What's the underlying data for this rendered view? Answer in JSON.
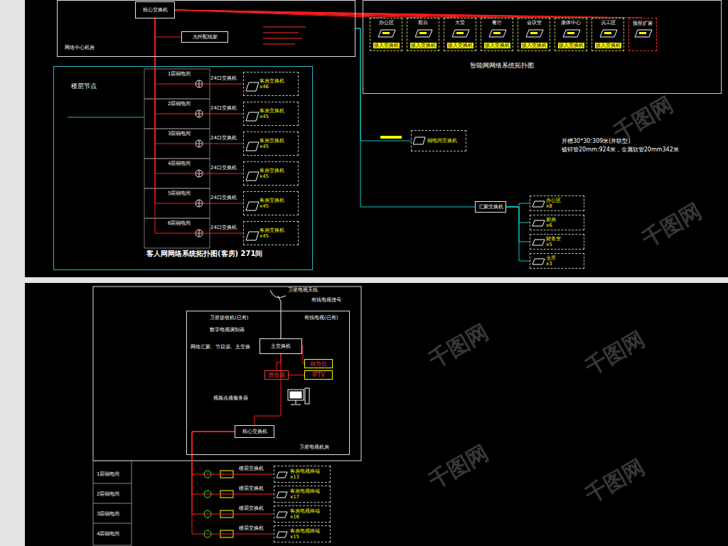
{
  "diagram": {
    "nodes": [
      {
        "text": [
          "网络中心机房"
        ]
      },
      {
        "text": [
          "核心交换机"
        ],
        "in": 0
      },
      {
        "text": [
          "光纤配线架"
        ],
        "in": 0
      },
      {
        "text": [
          "智能网网络系统拓扑图"
        ]
      },
      {
        "text": [
          "办公区",
          "接入交换机"
        ],
        "in": 3
      },
      {
        "text": [
          "前台",
          "接入交换机"
        ],
        "in": 3
      },
      {
        "text": [
          "大堂",
          "接入交换机"
        ],
        "in": 3
      },
      {
        "text": [
          "餐厅",
          "接入交换机"
        ],
        "in": 3
      },
      {
        "text": [
          "会议室",
          "接入交换机"
        ],
        "in": 3
      },
      {
        "text": [
          "康体中心",
          "接入交换机"
        ],
        "in": 3
      },
      {
        "text": [
          "员工区",
          "接入交换机"
        ],
        "in": 3
      },
      {
        "text": [
          "预留扩展"
        ],
        "in": 3
      },
      {
        "text": [
          "客人网网络系统拓扑图(客房) 271间"
        ]
      },
      {
        "text": [
          "客房交换机",
          "x46"
        ],
        "in": 12
      },
      {
        "text": [
          "客房交换机",
          "x45"
        ],
        "in": 12
      },
      {
        "text": [
          "客房交换机",
          "x45"
        ],
        "in": 12
      },
      {
        "text": [
          "客房交换机",
          "x45"
        ],
        "in": 12
      },
      {
        "text": [
          "客房交换机",
          "x45"
        ],
        "in": 12
      },
      {
        "text": [
          "客房交换机",
          "x45"
        ],
        "in": 12
      },
      {
        "text": [
          "弱电间交换机"
        ]
      },
      {
        "text": [
          "汇聚交换机"
        ]
      },
      {
        "text": [
          "办公区",
          "x8"
        ]
      },
      {
        "text": [
          "厨房",
          "x6"
        ]
      },
      {
        "text": [
          "财务室",
          "x5"
        ]
      },
      {
        "text": [
          "仓库",
          "x3"
        ]
      },
      {
        "text": [
          "卫星电视机房"
        ]
      },
      {
        "text": [
          "自办台"
        ],
        "in": 25
      },
      {
        "text": [
          "IPTV"
        ],
        "in": 25
      },
      {
        "text": [
          "混合器"
        ],
        "in": 25
      },
      {
        "text": [
          "主交换机"
        ],
        "in": 25
      },
      {
        "text": [
          "核心交换机"
        ],
        "in": 25
      },
      {
        "text": [
          "客房电视终端",
          "x13"
        ]
      },
      {
        "text": [
          "客房电视终端",
          "x17"
        ]
      },
      {
        "text": [
          "客房电视终端",
          "x16"
        ]
      },
      {
        "text": [
          "客房电视终端",
          "x15"
        ]
      }
    ],
    "edges": [
      {
        "from": 1,
        "to": 2,
        "arrow": "none"
      },
      {
        "from": 1,
        "to": 4,
        "arrow": "none"
      },
      {
        "from": 1,
        "to": 5,
        "arrow": "none"
      },
      {
        "from": 1,
        "to": 6,
        "arrow": "none"
      },
      {
        "from": 1,
        "to": 7,
        "arrow": "none"
      },
      {
        "from": 1,
        "to": 8,
        "arrow": "none"
      },
      {
        "from": 1,
        "to": 9,
        "arrow": "none"
      },
      {
        "from": 1,
        "to": 10,
        "arrow": "none"
      },
      {
        "from": 1,
        "to": 11,
        "arrow": "none"
      },
      {
        "from": 1,
        "to": 13,
        "arrow": "none"
      },
      {
        "from": 1,
        "to": 14,
        "arrow": "none"
      },
      {
        "from": 1,
        "to": 15,
        "arrow": "none"
      },
      {
        "from": 1,
        "to": 16,
        "arrow": "none"
      },
      {
        "from": 1,
        "to": 17,
        "arrow": "none"
      },
      {
        "from": 1,
        "to": 18,
        "arrow": "none"
      },
      {
        "from": 0,
        "to": 19,
        "arrow": "none"
      },
      {
        "from": 0,
        "to": 20,
        "arrow": "none"
      },
      {
        "from": 20,
        "to": 21,
        "arrow": "none"
      },
      {
        "from": 20,
        "to": 22,
        "arrow": "none"
      },
      {
        "from": 20,
        "to": 23,
        "arrow": "none"
      },
      {
        "from": 20,
        "to": 24,
        "arrow": "none"
      },
      {
        "from": 29,
        "to": 26,
        "arrow": "none"
      },
      {
        "from": 29,
        "to": 28,
        "arrow": "none"
      },
      {
        "from": 28,
        "to": 27,
        "arrow": "none"
      },
      {
        "from": 29,
        "to": 30,
        "arrow": "none"
      },
      {
        "from": 30,
        "to": 31,
        "arrow": "none"
      },
      {
        "from": 30,
        "to": 32,
        "arrow": "none"
      },
      {
        "from": 30,
        "to": 33,
        "arrow": "none"
      },
      {
        "from": 30,
        "to": 34,
        "arrow": "none"
      }
    ],
    "labels": [
      "楼层节点",
      "开槽30*30:309米(并联型)",
      "镀锌管20mm:924米，金属软管20mm342米",
      "卫星电视天线",
      "有线电视信号",
      "卫星接收机(已有)",
      "有线电视(已有)",
      "数字电视调制器",
      "网络汇聚、节目源、主交换",
      "视频点播服务器",
      "1层弱电间",
      "2层弱电间",
      "3层弱电间",
      "4层弱电间",
      "5层弱电间",
      "6层弱电间",
      "24口交换机",
      "24口交换机",
      "24口交换机",
      "24口交换机",
      "24口交换机",
      "24口交换机",
      "1层弱电间",
      "2层弱电间",
      "3层弱电间",
      "4层弱电间",
      "楼层交换机",
      "楼层交换机",
      "楼层交换机",
      "楼层交换机",
      "千图网",
      "千图网",
      "千图网",
      "千图网",
      "千图网",
      "千图网"
    ]
  }
}
